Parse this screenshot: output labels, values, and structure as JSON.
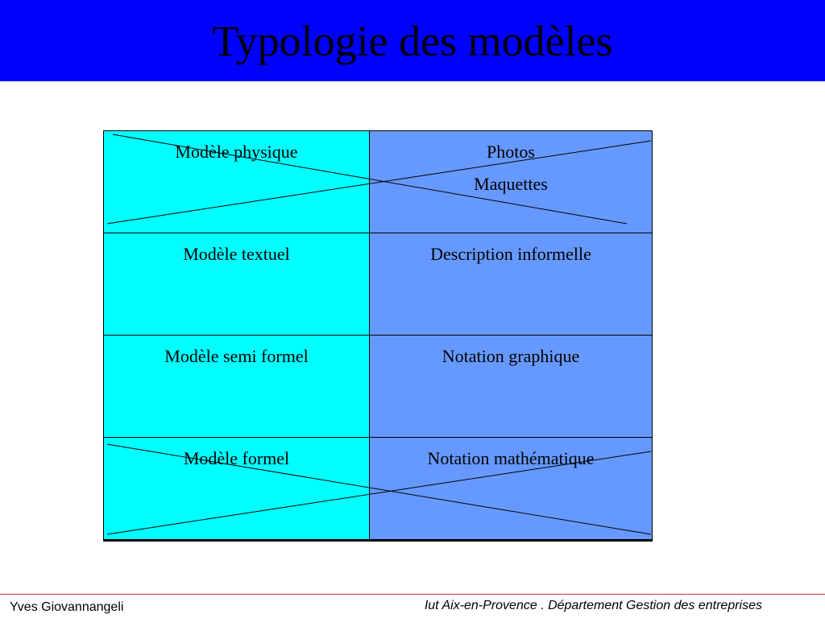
{
  "slide": {
    "title": "Typologie des modèles"
  },
  "table": {
    "rows": [
      {
        "model": "Modèle physique",
        "examples": [
          "Photos",
          "Maquettes"
        ],
        "crossed_out": true
      },
      {
        "model": "Modèle textuel",
        "examples": [
          "Description informelle"
        ],
        "crossed_out": false
      },
      {
        "model": "Modèle semi formel",
        "examples": [
          "Notation graphique"
        ],
        "crossed_out": false
      },
      {
        "model": "Modèle formel",
        "examples": [
          "Notation mathématique"
        ],
        "crossed_out": true
      }
    ]
  },
  "footer": {
    "author": "Yves Giovannangeli",
    "institution": "Iut Aix-en-Provence . Département Gestion des entreprises"
  },
  "colors": {
    "title_bar": "#0000ff",
    "model_column": "#00ffff",
    "notation_column": "#6699ff",
    "footer_rule": "#cc3333"
  }
}
